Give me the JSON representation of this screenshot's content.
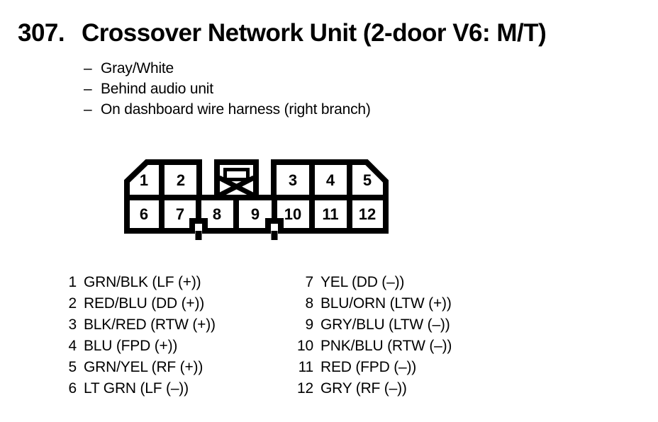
{
  "title": {
    "number": "307.",
    "text": "Crossover Network Unit (2-door V6: M/T)"
  },
  "notes": {
    "dash": "–",
    "items": [
      "Gray/White",
      "Behind audio unit",
      "On dashboard wire harness (right branch)"
    ]
  },
  "connector": {
    "top_row": [
      "1",
      "2",
      "3",
      "4",
      "5"
    ],
    "bottom_row": [
      "6",
      "7",
      "8",
      "9",
      "10",
      "11",
      "12"
    ]
  },
  "pins": {
    "left": [
      {
        "num": "1",
        "label": "GRN/BLK (LF (+))"
      },
      {
        "num": "2",
        "label": "RED/BLU (DD (+))"
      },
      {
        "num": "3",
        "label": "BLK/RED (RTW (+))"
      },
      {
        "num": "4",
        "label": "BLU (FPD (+))"
      },
      {
        "num": "5",
        "label": "GRN/YEL (RF (+))"
      },
      {
        "num": "6",
        "label": "LT GRN (LF (–))"
      }
    ],
    "right": [
      {
        "num": "7",
        "label": "YEL (DD (–))"
      },
      {
        "num": "8",
        "label": "BLU/ORN (LTW (+))"
      },
      {
        "num": "9",
        "label": "GRY/BLU (LTW (–))"
      },
      {
        "num": "10",
        "label": "PNK/BLU (RTW (–))"
      },
      {
        "num": "11",
        "label": "RED (FPD (–))"
      },
      {
        "num": "12",
        "label": "GRY (RF (–))"
      }
    ]
  },
  "colors": {
    "foreground": "#000000",
    "background": "#ffffff"
  }
}
